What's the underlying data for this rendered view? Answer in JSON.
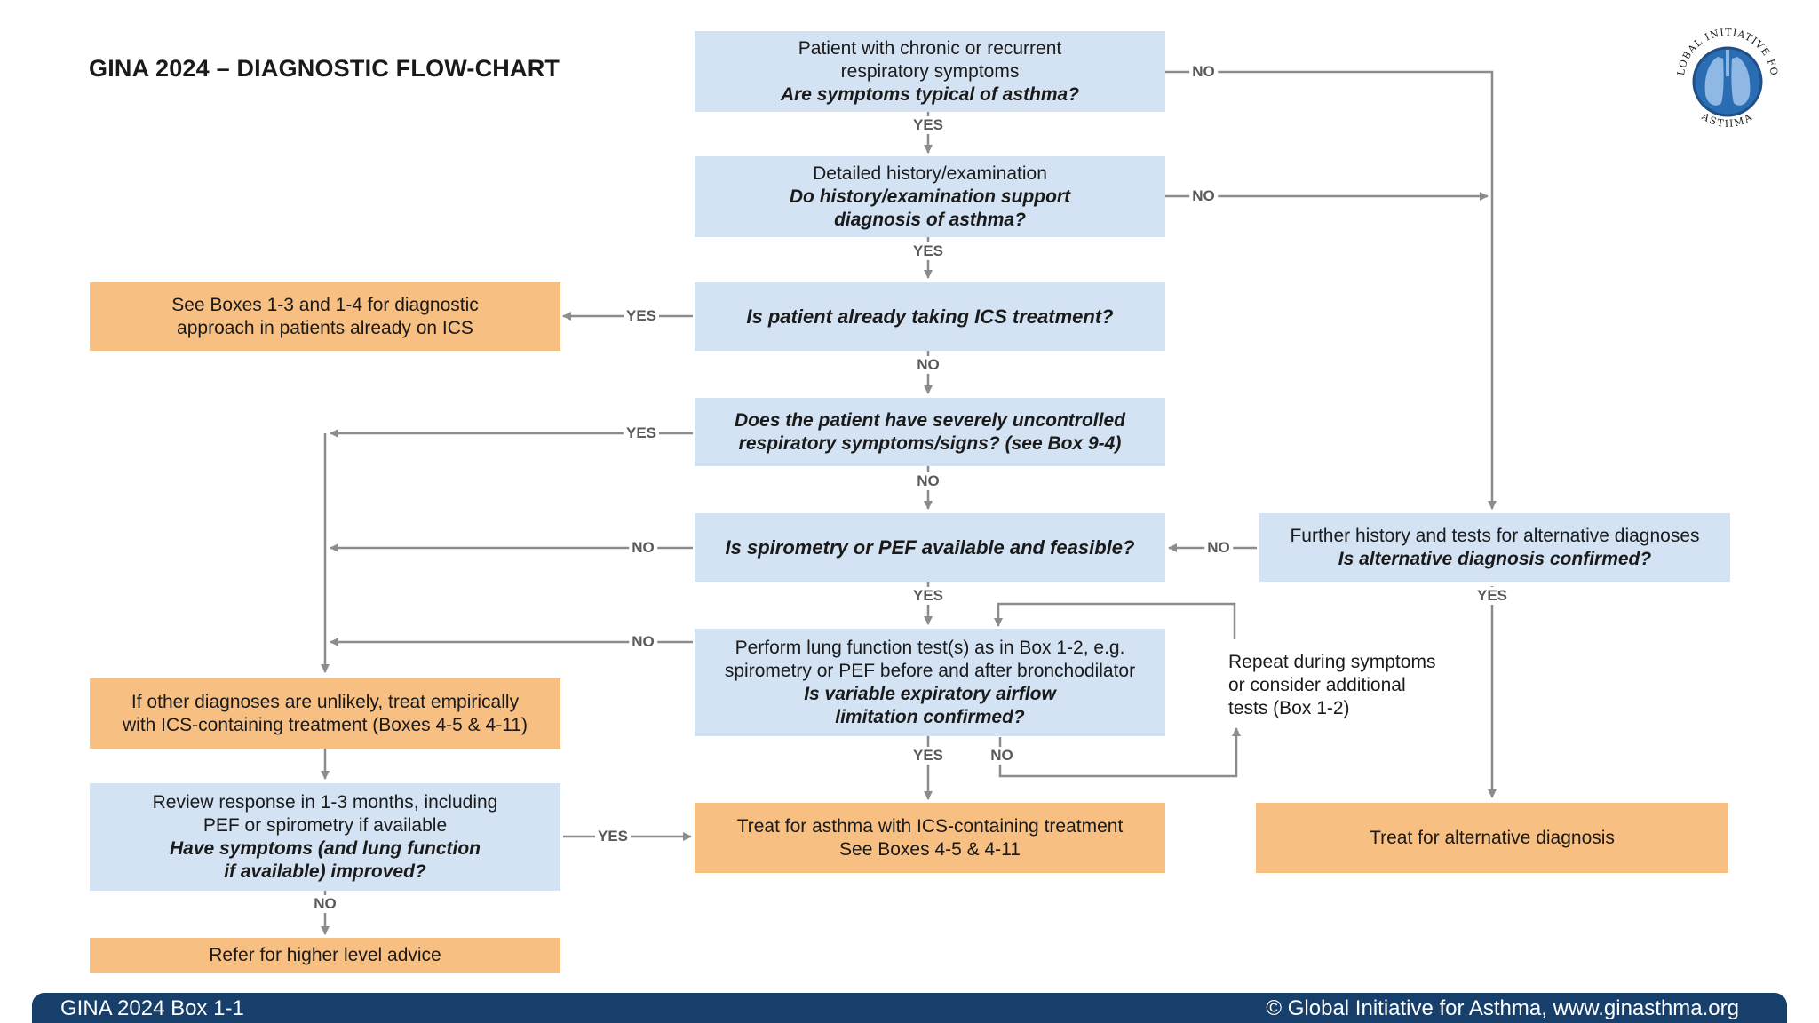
{
  "title": "GINA 2024 – DIAGNOSTIC FLOW-CHART",
  "colors": {
    "box_blue": "#d3e3f3",
    "box_orange": "#f8bf82",
    "connector": "#8c8c8c",
    "footer": "#173f6b",
    "logo_blue": "#2a6db3"
  },
  "boxes": {
    "start": {
      "line1": "Patient with chronic or recurrent",
      "line2": "respiratory symptoms",
      "question": "Are symptoms typical of asthma?"
    },
    "history": {
      "line1": "Detailed history/examination",
      "question1": "Do history/examination support",
      "question2": "diagnosis of asthma?"
    },
    "ics": {
      "question": "Is patient already taking ICS treatment?"
    },
    "see_boxes": {
      "line1": "See Boxes 1-3 and 1-4 for diagnostic",
      "line2": "approach in patients already on ICS"
    },
    "severe": {
      "question1": "Does the patient have severely uncontrolled",
      "question2": "respiratory symptoms/signs? (see Box 9-4)"
    },
    "spirometry": {
      "question": "Is spirometry or PEF available and feasible?"
    },
    "further": {
      "line1": "Further history and tests for alternative diagnoses",
      "question": "Is alternative diagnosis confirmed?"
    },
    "lung_test": {
      "line1": "Perform lung function test(s) as in Box 1-2, e.g.",
      "line2": "spirometry or PEF before and after bronchodilator",
      "question1": "Is variable expiratory airflow",
      "question2": "limitation confirmed?"
    },
    "repeat": {
      "line1": "Repeat during symptoms",
      "line2": "or consider additional",
      "line3": "tests (Box 1-2)"
    },
    "empiric": {
      "line1": "If other diagnoses are unlikely, treat empirically",
      "line2": "with ICS-containing treatment (Boxes 4-5 & 4-11)"
    },
    "review": {
      "line1": "Review response in 1-3 months, including",
      "line2": "PEF or spirometry if available",
      "question1": "Have symptoms (and lung function",
      "question2": "if available) improved?"
    },
    "treat_asthma": {
      "line1": "Treat for asthma with ICS-containing treatment",
      "line2": "See Boxes 4-5 & 4-11"
    },
    "treat_alt": {
      "line1": "Treat for alternative diagnosis"
    },
    "refer": {
      "line1": "Refer for higher level advice"
    }
  },
  "labels": {
    "yes1": "YES",
    "no1": "NO",
    "yes2": "YES",
    "no2": "NO",
    "yes3": "YES",
    "no3": "NO",
    "yes4": "YES",
    "no4": "NO",
    "no5": "NO",
    "no6": "NO",
    "yes5": "YES",
    "yes6": "YES",
    "no7": "NO",
    "no8": "NO",
    "yes7": "YES",
    "yes8": "YES",
    "no9": "NO"
  },
  "logo": {
    "top_text": "GLOBAL INITIATIVE FOR",
    "bottom_text": "ASTHMA"
  },
  "footer": {
    "left": "GINA 2024 Box 1-1",
    "right": "© Global Initiative for Asthma, www.ginasthma.org"
  }
}
